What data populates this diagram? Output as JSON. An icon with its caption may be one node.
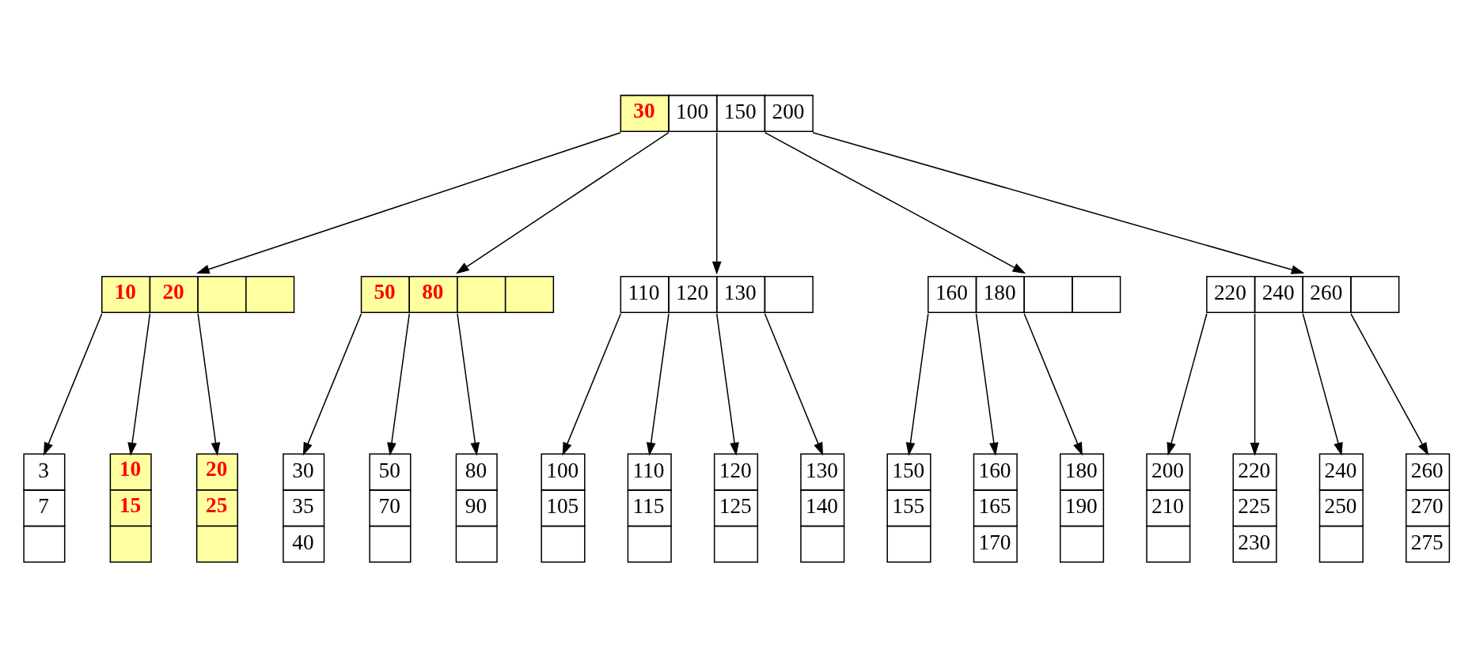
{
  "diagram": {
    "nodes": [
      {
        "text": [
          "30",
          "100",
          "150",
          "200"
        ]
      },
      {
        "text": [
          "10",
          "20"
        ]
      },
      {
        "text": [
          "50",
          "80"
        ]
      },
      {
        "text": [
          "110",
          "120",
          "130"
        ]
      },
      {
        "text": [
          "160",
          "180"
        ]
      },
      {
        "text": [
          "220",
          "240",
          "260"
        ]
      },
      {
        "text": [
          "3",
          "7"
        ]
      },
      {
        "text": [
          "10",
          "15"
        ]
      },
      {
        "text": [
          "20",
          "25"
        ]
      },
      {
        "text": [
          "30",
          "35",
          "40"
        ]
      },
      {
        "text": [
          "50",
          "70"
        ]
      },
      {
        "text": [
          "80",
          "90"
        ]
      },
      {
        "text": [
          "100",
          "105"
        ]
      },
      {
        "text": [
          "110",
          "115"
        ]
      },
      {
        "text": [
          "120",
          "125"
        ]
      },
      {
        "text": [
          "130",
          "140"
        ]
      },
      {
        "text": [
          "150",
          "155"
        ]
      },
      {
        "text": [
          "160",
          "165",
          "170"
        ]
      },
      {
        "text": [
          "180",
          "190"
        ]
      },
      {
        "text": [
          "200",
          "210"
        ]
      },
      {
        "text": [
          "220",
          "225",
          "230"
        ]
      },
      {
        "text": [
          "240",
          "250"
        ]
      },
      {
        "text": [
          "260",
          "270",
          "275"
        ]
      }
    ],
    "edges": [
      {
        "from": 0,
        "to": 1,
        "arrow": "to"
      },
      {
        "from": 0,
        "to": 2,
        "arrow": "to"
      },
      {
        "from": 0,
        "to": 3,
        "arrow": "to"
      },
      {
        "from": 0,
        "to": 4,
        "arrow": "to"
      },
      {
        "from": 0,
        "to": 5,
        "arrow": "to"
      },
      {
        "from": 1,
        "to": 6,
        "arrow": "to"
      },
      {
        "from": 1,
        "to": 7,
        "arrow": "to"
      },
      {
        "from": 1,
        "to": 8,
        "arrow": "to"
      },
      {
        "from": 2,
        "to": 9,
        "arrow": "to"
      },
      {
        "from": 2,
        "to": 10,
        "arrow": "to"
      },
      {
        "from": 2,
        "to": 11,
        "arrow": "to"
      },
      {
        "from": 3,
        "to": 12,
        "arrow": "to"
      },
      {
        "from": 3,
        "to": 13,
        "arrow": "to"
      },
      {
        "from": 3,
        "to": 14,
        "arrow": "to"
      },
      {
        "from": 3,
        "to": 15,
        "arrow": "to"
      },
      {
        "from": 4,
        "to": 16,
        "arrow": "to"
      },
      {
        "from": 4,
        "to": 17,
        "arrow": "to"
      },
      {
        "from": 4,
        "to": 18,
        "arrow": "to"
      },
      {
        "from": 5,
        "to": 19,
        "arrow": "to"
      },
      {
        "from": 5,
        "to": 20,
        "arrow": "to"
      },
      {
        "from": 5,
        "to": 21,
        "arrow": "to"
      },
      {
        "from": 5,
        "to": 22,
        "arrow": "to"
      }
    ]
  }
}
